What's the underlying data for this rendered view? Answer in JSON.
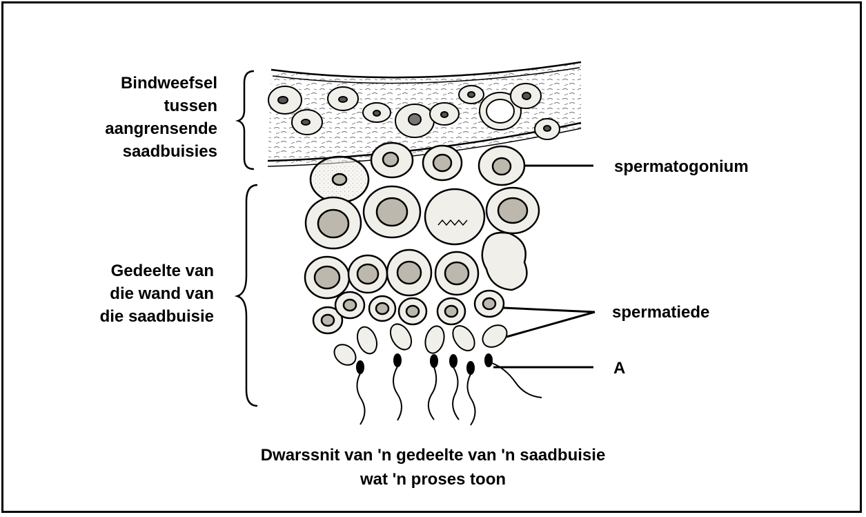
{
  "labels": {
    "connective_tissue": [
      "Bindweefsel",
      "tussen",
      "aangrensende",
      "saadbuisies"
    ],
    "tubule_wall": [
      "Gedeelte van",
      "die wand van",
      "die saadbuisie"
    ],
    "spermatogonium": "spermatogonium",
    "spermatid": "spermatiede",
    "a": "A"
  },
  "caption": [
    "Dwarssnit van 'n gedeelte van 'n saadbuisie",
    "wat 'n proses toon"
  ],
  "colors": {
    "ink": "#000000",
    "cytoplasm": "#f1efe9",
    "nucleus": "#bdb8ad"
  }
}
